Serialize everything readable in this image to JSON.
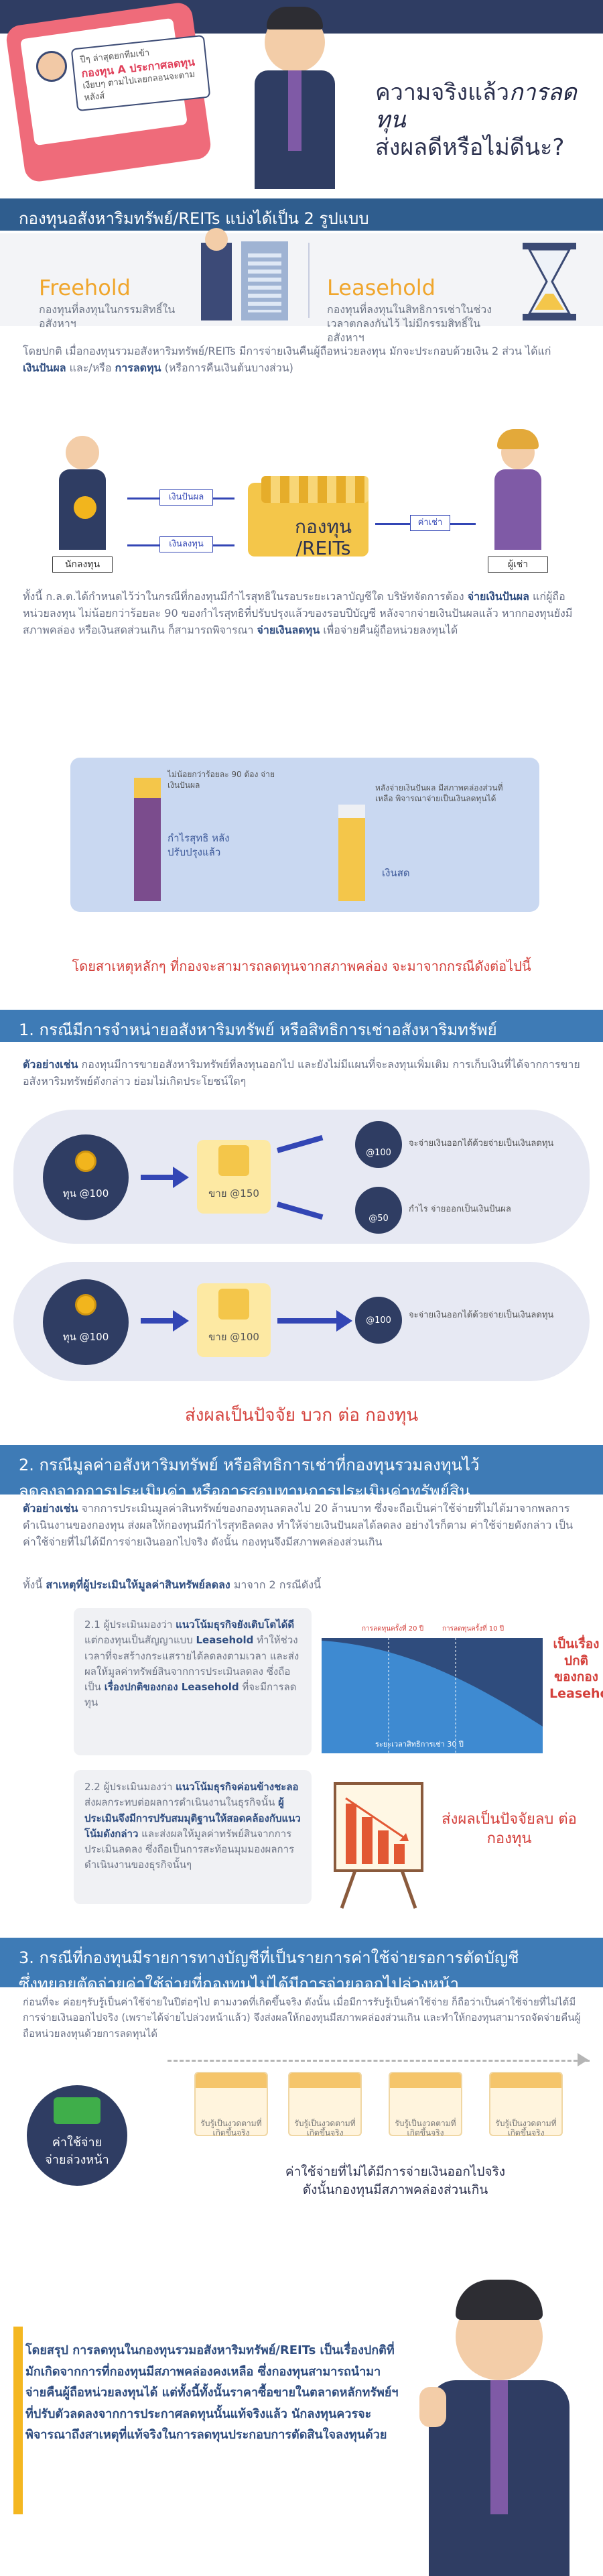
{
  "hero": {
    "bubble_line1": "ปีๆ ล่าสุดยกทีมเข้า",
    "bubble_line2": "กองทุน A ประกาศลดทุน",
    "bubble_line3": "เงียบๆ ตามไปเลยกลอนจะตามหลังส์",
    "title_line1": "ความจริงแล้ว",
    "title_em": "การลดทุน",
    "title_line2": "ส่งผลดีหรือไม่ดีนะ?"
  },
  "section0": {
    "title": "กองทุนอสังหาริมทรัพย์/REITs แบ่งได้เป็น 2 รูปแบบ",
    "freehold_title": "Freehold",
    "freehold_desc": "กองทุนที่ลงทุนในกรรมสิทธิ์ในอสังหาฯ",
    "leasehold_title": "Leasehold",
    "leasehold_desc": "กองทุนที่ลงทุนในสิทธิการเช่าในช่วงเวลาตกลงกันไว้ ไม่มีกรรมสิทธิ์ในอสังหาฯ",
    "intro": "โดยปกติ เมื่อกองทุนรวมอสังหาริมทรัพย์/REITs มีการจ่ายเงินคืนผู้ถือหน่วยลงทุน มักจะประกอบด้วยเงิน 2 ส่วน ได้แก่",
    "intro_b1": "เงินปันผล",
    "intro_mid": "และ/หรือ",
    "intro_b2": "การลดทุน",
    "intro_end": "(หรือการคืนเงินต้นบางส่วน)",
    "flow_label_investor": "นักลงทุน",
    "flow_label_manager": "ผู้เช่า",
    "fund_name": "กองทุน",
    "fund_name2": "/REITs",
    "arrow_dividend": "เงินปันผล",
    "arrow_capital": "เงินลงทุน",
    "arrow_rent": "ค่าเช่า",
    "explain": "ทั้งนี้ ก.ล.ต.ได้กำหนดไว้ว่าในกรณีที่กองทุนมีกำไรสุทธิในรอบระยะเวลาบัญชีใด บริษัทจัดการต้อง",
    "explain_b": "จ่ายเงินปันผล",
    "explain2": "แก่ผู้ถือหน่วยลงทุน ไม่น้อยกว่าร้อยละ 90 ของกำไรสุทธิที่ปรับปรุงแล้วของรอบปีบัญชี หลังจากจ่ายเงินปันผลแล้ว หากกองทุนยังมีสภาพคล่อง หรือเงินสดส่วนเกิน ก็สามารถพิจารณา",
    "explain_b2": "จ่ายเงินลดทุน",
    "explain3": "เพื่อจ่ายคืนผู้ถือหน่วยลงทุนได้",
    "bar1_note": "ไม่น้อยกว่าร้อยละ 90 ต้อง จ่ายเงินปันผล",
    "bar1_label": "กำไรสุทธิ หลังปรับปรุงแล้ว",
    "bar2_note": "หลังจ่ายเงินปันผล มีสภาพคล่องส่วนที่เหลือ พิจารณาจ่ายเป็นเงินลดทุนได้",
    "bar2_label": "เงินสด",
    "cause": "โดยสาเหตุหลักๆ ที่กองจะสามารถลดทุนจากสภาพคล่อง จะมาจากกรณีดังต่อไปนี้"
  },
  "section1": {
    "title": "1. กรณีมีการจำหน่ายอสังหาริมทรัพย์ หรือสิทธิการเช่าอสังหาริมทรัพย์",
    "desc_b": "ตัวอย่างเช่น",
    "desc": "กองทุนมีการขายอสังหาริมทรัพย์ที่ลงทุนออกไป และยังไม่มีแผนที่จะลงทุนเพิ่มเติม การเก็บเงินที่ได้จากการขายอสังหาริมทรัพย์ดังกล่าว ย่อมไม่เกิดประโยชน์ใดๆ",
    "row1_circle": "ทุน @100",
    "row1_box": "ขาย @150",
    "row1_out1": "@100",
    "row1_out1_text": "จะจ่ายเงินออกได้ด้วยจ่ายเป็นเงินลดทุน",
    "row1_out2": "@50",
    "row1_out2_text": "กำไร จ่ายออกเป็นเงินปันผล",
    "row2_circle": "ทุน @100",
    "row2_box": "ขาย @100",
    "row2_out": "@100",
    "row2_out_text": "จะจ่ายเงินออกได้ด้วยจ่ายเป็นเงินลดทุน",
    "conclusion": "ส่งผลเป็นปัจจัย บวก ต่อ กองทุน"
  },
  "section2": {
    "title_line1": "2. กรณีมูลค่าอสังหาริมทรัพย์ หรือสิทธิการเช่าที่กองทุนรวมลงทุนไว้",
    "title_line2": "ลดลงจากการประเมินค่า หรือการสอบทานการประเมินค่าทรัพย์สิน",
    "desc_b": "ตัวอย่างเช่น",
    "desc": "จากการประเมินมูลค่าสินทรัพย์ของกองทุนลดลงไป 20 ล้านบาท ซึ่งจะถือเป็นค่าใช้จ่ายที่ไม่ได้มาจากพลการดำเนินงานของกองทุน ส่งผลให้กองทุนมีกำไรสุทธิลดลง ทำให้จ่ายเงินปันผลได้ลดลง อย่างไรก็ตาม ค่าใช้จ่ายดังกล่าว เป็นค่าใช้จ่ายที่ไม่ได้มีการจ่ายเงินออกไปจริง ดังนั้น กองทุนจึงมีสภาพคล่องส่วนเกิน",
    "note_pre": "ทั้งนี้",
    "note_b": "สาเหตุที่ผู้ประเมินให้มูลค่าสินทรัพย์ลดลง",
    "note_post": "มาจาก 2 กรณีดังนี้",
    "case1_pre": "2.1 ผู้ประเมินมองว่า",
    "case1_b": "แนวโน้มธุรกิจยังเติบโตได้ดี",
    "case1_mid": "แต่กองทุนเป็นสัญญาแบบ",
    "case1_b2": "Leasehold",
    "case1_end": "ทำให้ช่วงเวลาที่จะสร้างกระแสรายได้ลดลงตามเวลา และส่งผลให้มูลค่าทรัพย์สินจากการประเมินลดลง ซึ่งถือเป็น",
    "case1_b3": "เรื่องปกติของกอง Leasehold",
    "case1_tail": "ที่จะมีการลดทุน",
    "chart_label_a": "การลดทุนครั้งที่ 20 ปี",
    "chart_label_b": "การลดทุนครั้งที่ 10 ปี",
    "chart_axis": "ระยะเวลาสิทธิการเช่า 30 ปี",
    "case1_result": "เป็นเรื่องปกติ ของกอง Leasehold",
    "case2_pre": "2.2 ผู้ประเมินมองว่า",
    "case2_b": "แนวโน้มธุรกิจค่อนข้างชะลอ",
    "case2_mid": "ส่งผลกระทบต่อผลการดำเนินงานในธุรกิจนั้น",
    "case2_b2": "ผู้ประเมินจึงมีการปรับสมมุติฐานให้สอดคล้องกับแนวโน้มดังกล่าว",
    "case2_end": "และส่งผลให้มูลค่าทรัพย์สินจากการประเมินลดลง ซึ่งถือเป็นการสะท้อนมุมมองผลการดำเนินงานของธุรกิจนั้นๆ",
    "case2_result": "ส่งผลเป็นปัจจัยลบ ต่อกองทุน"
  },
  "section3": {
    "title_line1": "3. กรณีที่กองทุนมีรายการทางบัญชีที่เป็นรายการค่าใช้จ่ายรอการตัดบัญชี",
    "title_line2": "ซึ่งทยอยตัดจ่ายค่าใช้จ่ายที่กองทุนไม่ได้มีการจ่ายออกไปล่วงหน้า",
    "desc": "ก่อนที่จะ ค่อยๆรับรู้เป็นค่าใช้จ่ายในปีต่อๆไป ตามงวดที่เกิดขึ้นจริง ดังนั้น เมื่อมีการรับรู้เป็นค่าใช้จ่าย ก็ถือว่าเป็นค่าใช้จ่ายที่ไม่ได้มีการจ่ายเงินออกไปจริง (เพราะได้จ่ายไปล่วงหน้าแล้ว) จึงส่งผลให้กองทุนมีสภาพคล่องส่วนเกิน และทำให้กองทุนสามารถจัดจ่ายคืนผู้ถือหน่วยลงทุนด้วยการลดทุนได้",
    "circle_label_1": "ค่าใช้จ่าย",
    "circle_label_2": "จ่ายล่วงหน้า",
    "cal_caption": "รับรู้เป็นงวดตามที่เกิดขึ้นจริง",
    "result_line1": "ค่าใช้จ่ายที่ไม่ได้มีการจ่ายเงินออกไปจริง",
    "result_line2": "ดังนั้นกองทุนมีสภาพคล่องส่วนเกิน"
  },
  "summary": {
    "text": "โดยสรุป การลดทุนในกองทุนรวมอสังหาริมทรัพย์/REITs เป็นเรื่องปกติที่มักเกิดจากการที่กองทุนมีสภาพคล่องคงเหลือ ซึ่งกองทุนสามารถนำมาจ่ายคืนผู้ถือหน่วยลงทุนได้ แต่ทั้งนี้ทั้งนั้นราคาซื้อขายในตลาดหลักทรัพย์ฯ ที่ปรับตัวลดลงจากการประกาศลดทุนนั้นแท้จริงแล้ว นักลงทุนควรจะพิจารณาถึงสาเหตุที่แท้จริงในการลดทุนประกอบการตัดสินใจลงทุนด้วย"
  }
}
